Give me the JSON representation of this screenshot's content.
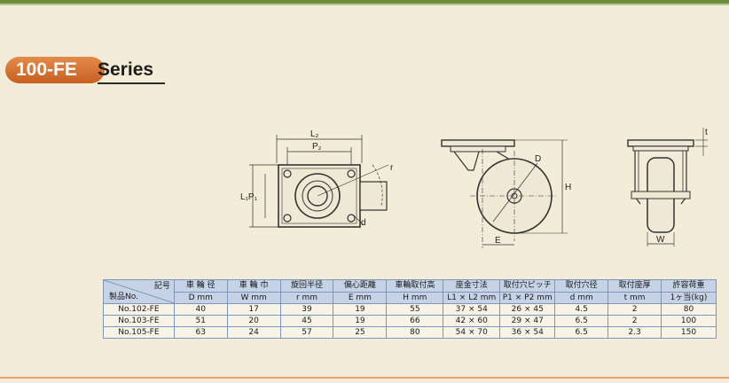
{
  "series": {
    "model": "100-FE",
    "suffix": "Series"
  },
  "diagram_labels": {
    "l2": "L₂",
    "p2": "P₂",
    "l1p1": "L₁P₁",
    "r": "r",
    "d_hole": "d",
    "d_wheel": "D",
    "h": "H",
    "e": "E",
    "t": "t",
    "w": "W"
  },
  "table": {
    "corner_top": "記号",
    "corner_bottom": "製品No.",
    "headers": [
      {
        "jp": "車 輪 径",
        "unit": "D mm"
      },
      {
        "jp": "車 輪 巾",
        "unit": "W mm"
      },
      {
        "jp": "旋回半径",
        "unit": "r mm"
      },
      {
        "jp": "偏心距離",
        "unit": "E mm"
      },
      {
        "jp": "車輪取付高",
        "unit": "H mm"
      },
      {
        "jp": "座金寸法",
        "unit": "L1 × L2 mm"
      },
      {
        "jp": "取付穴ピッチ",
        "unit": "P1 × P2 mm"
      },
      {
        "jp": "取付穴径",
        "unit": "d mm"
      },
      {
        "jp": "取付座厚",
        "unit": "t mm"
      },
      {
        "jp": "許容荷重",
        "unit": "1ヶ当(kg)"
      }
    ],
    "rows": [
      [
        "No.102-FE",
        "40",
        "17",
        "39",
        "19",
        "55",
        "37 × 54",
        "26 × 45",
        "4.5",
        "2",
        "80"
      ],
      [
        "No.103-FE",
        "51",
        "20",
        "45",
        "19",
        "66",
        "42 × 60",
        "29 × 47",
        "6.5",
        "2",
        "100"
      ],
      [
        "No.105-FE",
        "63",
        "24",
        "57",
        "25",
        "80",
        "54 × 70",
        "36 × 54",
        "6.5",
        "2.3",
        "150"
      ]
    ]
  }
}
